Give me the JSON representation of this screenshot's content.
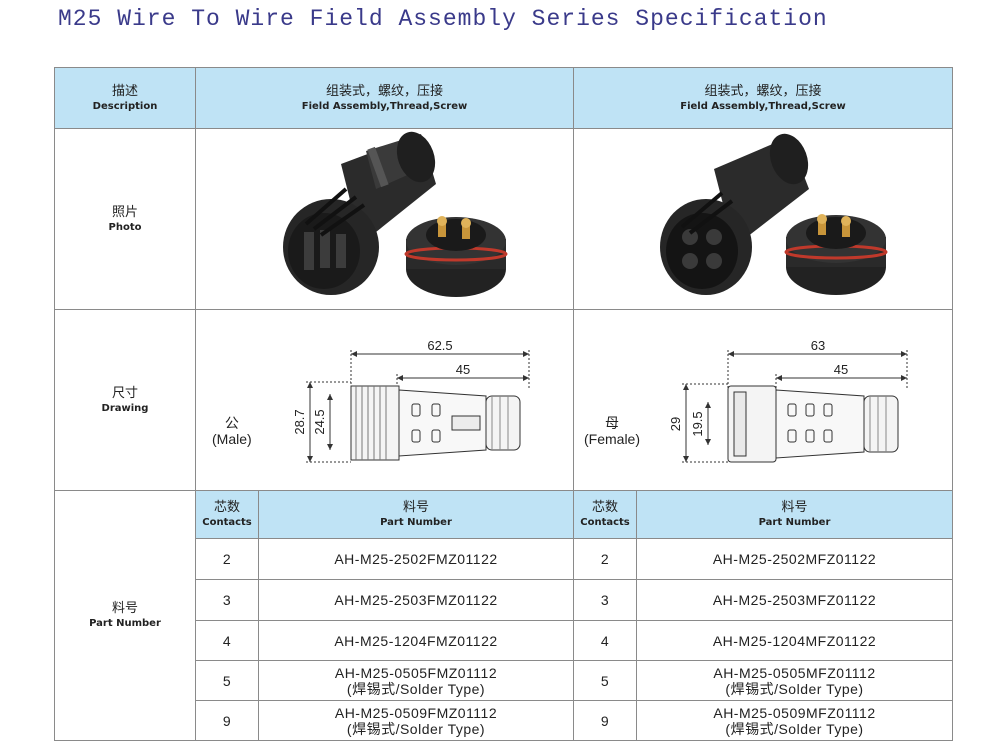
{
  "title": "M25 Wire To Wire Field Assembly Series Specification",
  "header": {
    "desc_cn": "描述",
    "desc_en": "Description",
    "col1_cn": "组装式，螺纹，压接",
    "col1_en": "Field Assembly,Thread,Screw",
    "col2_cn": "组装式，螺纹，压接",
    "col2_en": "Field Assembly,Thread,Screw"
  },
  "photo_row": {
    "cn": "照片",
    "en": "Photo"
  },
  "drawing_row": {
    "cn": "尺寸",
    "en": "Drawing",
    "male": {
      "cn": "公",
      "en": "(Male)",
      "overall": "62.5",
      "body": "45",
      "dia_outer": "28.7",
      "dia_inner": "24.5"
    },
    "female": {
      "cn": "母",
      "en": "(Female)",
      "overall": "63",
      "body": "45",
      "dia_outer": "29",
      "dia_inner": "19.5"
    }
  },
  "part_row": {
    "cn": "料号",
    "en": "Part Number",
    "contacts_cn": "芯数",
    "contacts_en": "Contacts",
    "pn_cn": "料号",
    "pn_en": "Part Number",
    "male_rows": [
      {
        "contacts": "2",
        "pn": "AH-M25-2502FMZ01122",
        "note": ""
      },
      {
        "contacts": "3",
        "pn": "AH-M25-2503FMZ01122",
        "note": ""
      },
      {
        "contacts": "4",
        "pn": "AH-M25-1204FMZ01122",
        "note": ""
      },
      {
        "contacts": "5",
        "pn": "AH-M25-0505FMZ01112",
        "note": "(焊锡式/Solder Type)"
      },
      {
        "contacts": "9",
        "pn": "AH-M25-0509FMZ01112",
        "note": "(焊锡式/Solder Type)"
      }
    ],
    "female_rows": [
      {
        "contacts": "2",
        "pn": "AH-M25-2502MFZ01122",
        "note": ""
      },
      {
        "contacts": "3",
        "pn": "AH-M25-2503MFZ01122",
        "note": ""
      },
      {
        "contacts": "4",
        "pn": "AH-M25-1204MFZ01122",
        "note": ""
      },
      {
        "contacts": "5",
        "pn": "AH-M25-0505MFZ01112",
        "note": "(焊锡式/Solder Type)"
      },
      {
        "contacts": "9",
        "pn": "AH-M25-0509MFZ01112",
        "note": "(焊锡式/Solder Type)"
      }
    ]
  },
  "colors": {
    "header_bg": "#bfe3f5",
    "title": "#3a3a8a",
    "border": "#8a8a8a",
    "connector": "#2a2a2a",
    "seal": "#c0392b"
  }
}
